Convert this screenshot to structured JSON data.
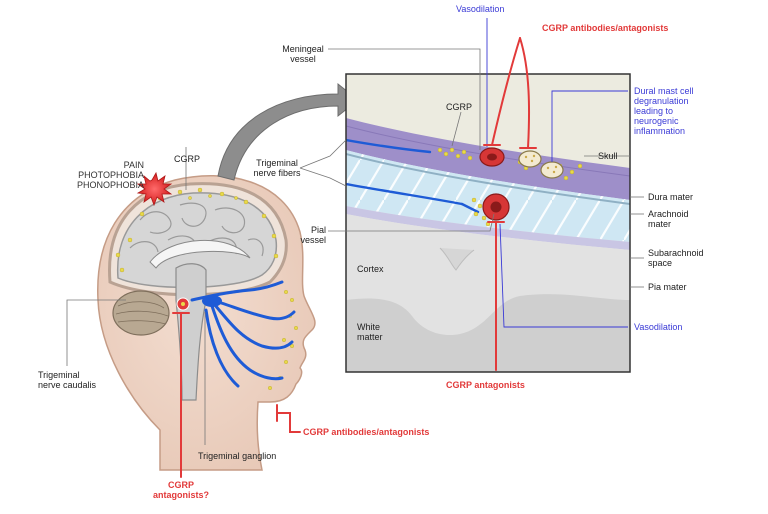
{
  "colors": {
    "red": "#e23a3a",
    "blue": "#3a3ad6",
    "dura": "#9e8fc9",
    "subarachnoid": "#cfe7f3",
    "nerve": "#1e5bd6",
    "cgrp_dot": "#e8d94a"
  },
  "labels": {
    "pain": "PAIN\nPHOTOPHOBIA\nPHONOPHOBIA",
    "cgrp_head": "CGRP",
    "cgrp_inset": "CGRP",
    "meningeal_vessel": "Meningeal\nvessel",
    "trigeminal_nerve_fibers": "Trigeminal\nnerve fibers",
    "pial_vessel": "Pial\nvessel",
    "cortex": "Cortex",
    "white_matter": "White\nmatter",
    "skull": "Skull",
    "dura_mater": "Dura mater",
    "arachnoid_mater": "Arachnoid\nmater",
    "subarachnoid_space": "Subarachnoid\nspace",
    "pia_mater": "Pia mater",
    "trigeminal_nerve_caudalis": "Trigeminal\nnerve caudalis",
    "trigeminal_ganglion": "Trigeminal ganglion",
    "vasodilation_top": "Vasodilation",
    "vasodilation_right": "Vasodilation",
    "dural_mast_cell": "Dural mast cell\ndegranulation\nleading to\nneurogenic\ninflammation",
    "cgrp_antibodies_top": "CGRP antibodies/antagonists",
    "cgrp_antagonists_inset": "CGRP antagonists",
    "cgrp_antibodies_face": "CGRP antibodies/antagonists",
    "cgrp_antagonists_q": "CGRP\nantagonists?"
  }
}
